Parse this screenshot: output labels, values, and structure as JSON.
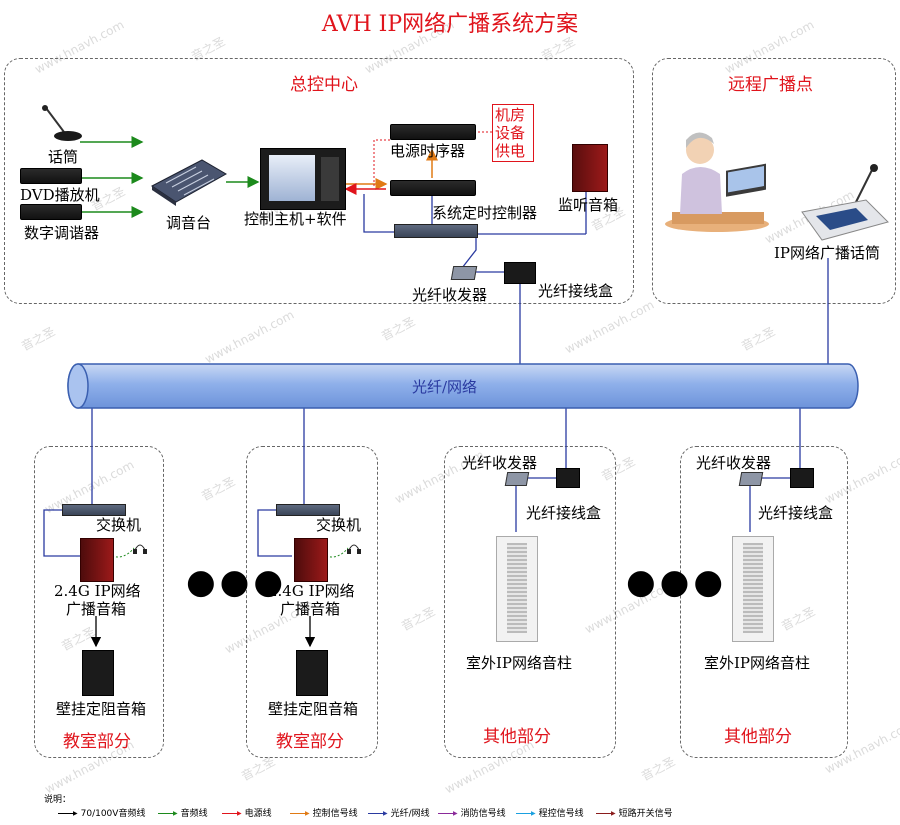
{
  "title": "AVH IP网络广播系统方案",
  "zones": {
    "control_center": "总控中心",
    "remote": "远程广播点",
    "classroom_1": "教室部分",
    "classroom_2": "教室部分",
    "other_1": "其他部分",
    "other_2": "其他部分"
  },
  "devices": {
    "microphone": "话筒",
    "dvd": "DVD播放机",
    "tuner": "数字调谐器",
    "mixer": "调音台",
    "host": "控制主机+软件",
    "power_sequencer": "电源时序器",
    "timer_controller": "系统定时控制器",
    "monitor_speaker": "监听音箱",
    "fiber_transceiver": "光纤收发器",
    "fiber_box": "光纤接线盒",
    "ip_mic": "IP网络广播话筒",
    "network": "光纤/网络",
    "switch_1": "交换机",
    "switch_2": "交换机",
    "ip_speaker_1_line1": "2.4G IP网络",
    "ip_speaker_1_line2": "广播音箱",
    "ip_speaker_2_line1": "2.4G IP网络",
    "ip_speaker_2_line2": "广播音箱",
    "wall_speaker_1": "壁挂定阻音箱",
    "wall_speaker_2": "壁挂定阻音箱",
    "outdoor_fiber_tx_1": "光纤收发器",
    "outdoor_fiber_box_1": "光纤接线盒",
    "outdoor_fiber_tx_2": "光纤收发器",
    "outdoor_fiber_box_2": "光纤接线盒",
    "column_1": "室外IP网络音柱",
    "column_2": "室外IP网络音柱"
  },
  "room_power": [
    "机房",
    "设备",
    "供电"
  ],
  "ellipsis": "●●●",
  "watermark": [
    "www.hnavh.com",
    "音之圣"
  ],
  "legend": {
    "title": "说明：",
    "items": [
      {
        "label": "70/100V音频线",
        "color": "#000000"
      },
      {
        "label": "音频线",
        "color": "#1c8a1c"
      },
      {
        "label": "电源线",
        "color": "#e0141c"
      },
      {
        "label": "控制信号线",
        "color": "#e07a14"
      },
      {
        "label": "光纤/网线",
        "color": "#2a3aa0"
      },
      {
        "label": "消防信号线",
        "color": "#8a2a9a"
      },
      {
        "label": "程控信号线",
        "color": "#1aa0e0"
      },
      {
        "label": "短路开关信号",
        "color": "#8a1c1c"
      }
    ]
  }
}
